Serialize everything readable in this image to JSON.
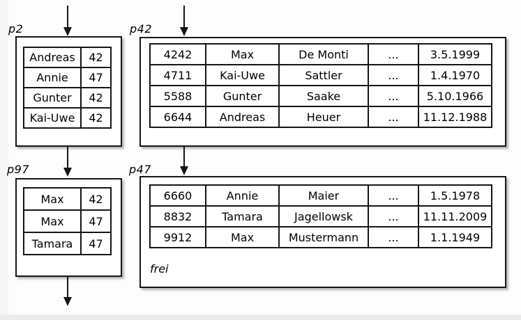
{
  "colors": {
    "background": "#fdfdfd",
    "left_gutter": "#f6f6f6",
    "bottom_strip": "#ececec",
    "line": "#151515",
    "box_fill": "#ffffff",
    "text": "#000000"
  },
  "pages": {
    "p2": {
      "label": "p2",
      "rows": [
        [
          "Andreas",
          "42"
        ],
        [
          "Annie",
          "47"
        ],
        [
          "Gunter",
          "42"
        ],
        [
          "Kai-Uwe",
          "42"
        ]
      ]
    },
    "p42": {
      "label": "p42",
      "rows": [
        [
          "4242",
          "Max",
          "De Monti",
          "...",
          "3.5.1999"
        ],
        [
          "4711",
          "Kai-Uwe",
          "Sattler",
          "...",
          "1.4.1970"
        ],
        [
          "5588",
          "Gunter",
          "Saake",
          "...",
          "5.10.1966"
        ],
        [
          "6644",
          "Andreas",
          "Heuer",
          "...",
          "11.12.1988"
        ]
      ]
    },
    "p97": {
      "label": "p97",
      "rows": [
        [
          "Max",
          "42"
        ],
        [
          "Max",
          "47"
        ],
        [
          "Tamara",
          "47"
        ]
      ]
    },
    "p47": {
      "label": "p47",
      "rows": [
        [
          "6660",
          "Annie",
          "Maier",
          "...",
          "1.5.1978"
        ],
        [
          "8832",
          "Tamara",
          "Jagellowsk",
          "...",
          "11.11.2009"
        ],
        [
          "9912",
          "Max",
          "Mustermann",
          "...",
          "1.1.1949"
        ]
      ],
      "free_label": "frei"
    }
  }
}
